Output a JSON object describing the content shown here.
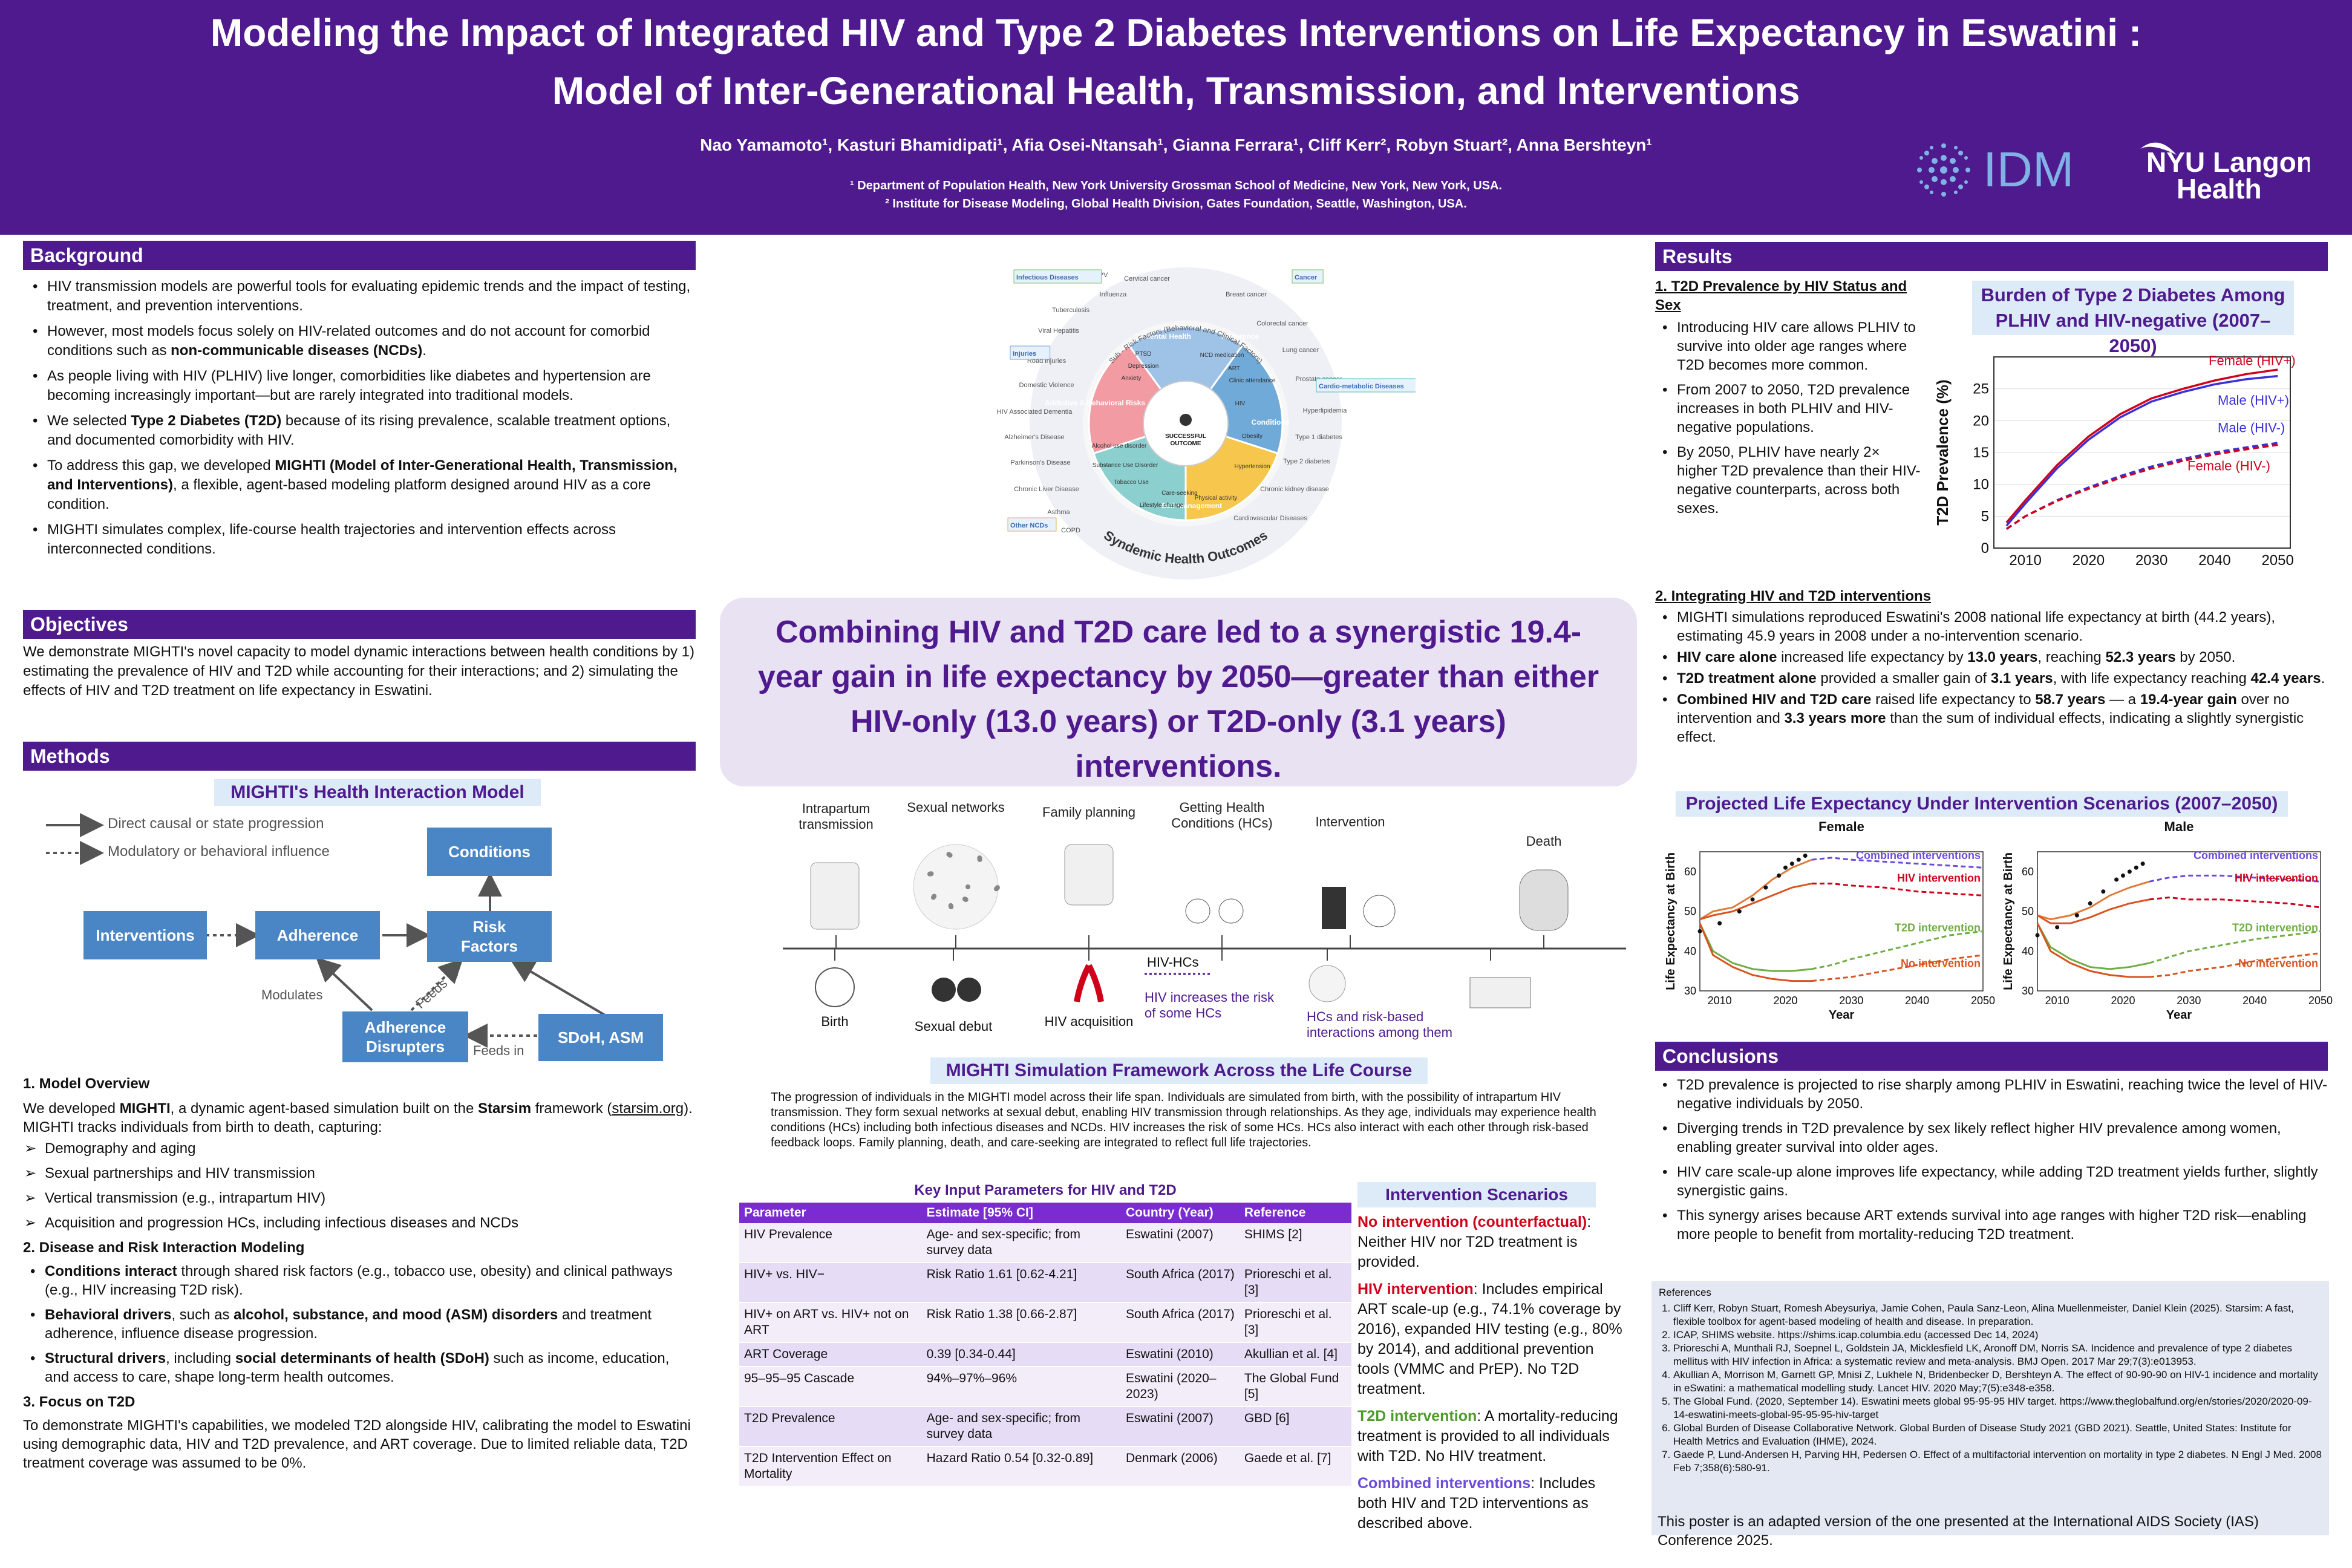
{
  "header": {
    "title_line1": "Modeling the Impact of Integrated HIV and Type 2 Diabetes Interventions on Life Expectancy in Eswatini :",
    "title_line2": "Model of Inter-Generational Health, Transmission, and Interventions",
    "authors": "Nao Yamamoto¹, Kasturi Bhamidipati¹, Afia Osei-Ntansah¹, Gianna Ferrara¹, Cliff Kerr², Robyn Stuart², Anna Bershteyn¹",
    "affiliation1": "¹ Department of Population Health, New York University Grossman School of Medicine, New York, New York, USA.",
    "affiliation2": "² Institute for Disease Modeling, Global Health Division, Gates Foundation, Seattle, Washington, USA.",
    "logo_idm": "IDM",
    "logo_nyu_line1": "NYU Langone",
    "logo_nyu_line2": "Health"
  },
  "background": {
    "heading": "Background",
    "b1": "HIV transmission models are powerful tools for evaluating epidemic trends and the impact of testing, treatment, and prevention interventions.",
    "b2a": "However, most models focus solely on HIV-related outcomes and do not account for comorbid conditions such as ",
    "b2b": "non-communicable diseases (NCDs)",
    "b2c": ".",
    "b3": "As people living with HIV (PLHIV) live longer, comorbidities like diabetes and hypertension are becoming increasingly important—but are rarely integrated into traditional models.",
    "b4a": "We selected ",
    "b4b": "Type 2 Diabetes (T2D)",
    "b4c": " because of its rising prevalence, scalable treatment options, and documented comorbidity with HIV.",
    "b5a": "To address this gap, we developed ",
    "b5b": "MIGHTI (Model of Inter-Generational Health, Transmission, and Interventions)",
    "b5c": ", a flexible, agent-based modeling platform designed around HIV as a core condition.",
    "b6": "MIGHTI simulates complex, life-course health trajectories and intervention effects across interconnected conditions."
  },
  "objectives": {
    "heading": "Objectives",
    "text": "We demonstrate MIGHTI's novel capacity to model dynamic interactions between health conditions by 1) estimating the prevalence of HIV and T2D while accounting for their interactions; and 2) simulating the effects of HIV and T2D treatment on  life expectancy in Eswatini."
  },
  "methods": {
    "heading": "Methods",
    "model_title": "MIGHTI's Health Interaction Model",
    "legend_direct": "Direct causal or state progression",
    "legend_modulatory": "Modulatory or behavioral influence",
    "box_conditions": "Conditions",
    "box_interventions": "Interventions",
    "box_adherence": "Adherence",
    "box_risk_line1": "Risk",
    "box_risk_line2": "Factors",
    "box_disrupters_line1": "Adherence",
    "box_disrupters_line2": "Disrupters",
    "box_sdoh": "SDoH, ASM",
    "label_modulates": "Modulates",
    "label_feeds_in": "Feeds in",
    "label_feeds_in2": "Feeds in",
    "s1_title": "1. Model Overview",
    "s1_a": "We developed ",
    "s1_b": "MIGHTI",
    "s1_c": ", a dynamic agent-based simulation built on the ",
    "s1_d": "Starsim",
    "s1_e": " framework (",
    "s1_f": "starsim.org",
    "s1_g": "). MIGHTI tracks individuals from birth to death, capturing:",
    "s1_items": [
      "Demography and aging",
      "Sexual partnerships and HIV transmission",
      "Vertical transmission (e.g., intrapartum HIV)",
      "Acquisition and progression HCs, including infectious diseases and NCDs"
    ],
    "s2_title": "2. Disease and Risk Interaction Modeling",
    "s2_1a": "Conditions interact",
    "s2_1b": " through shared risk factors (e.g., tobacco use, obesity) and clinical pathways (e.g., HIV increasing T2D risk).",
    "s2_2a": "Behavioral drivers",
    "s2_2b": ", such as ",
    "s2_2c": "alcohol, substance, and mood (ASM) disorders",
    "s2_2d": " and treatment adherence, influence disease progression.",
    "s2_3a": "Structural drivers",
    "s2_3b": ", including ",
    "s2_3c": "social determinants of health (SDoH)",
    "s2_3d": " such as income, education, and access to care, shape long-term health outcomes.",
    "s3_title": "3. Focus on T2D",
    "s3_text": "To demonstrate MIGHTI's capabilities, we modeled T2D alongside HIV, calibrating the model to Eswatini using demographic data, HIV and T2D prevalence, and ART coverage. Due to limited reliable data, T2D treatment coverage was assumed to be 0%."
  },
  "wheel": {
    "center": "SUCCESSFUL OUTCOME",
    "outer_label": "Syndemic Health Outcomes",
    "ring_label": "Sub - Risk Factors (Behavioral and Clinical Factors)",
    "sectors": [
      "Mental Health",
      "Adherence",
      "Conditions",
      "Self-management",
      "Addictive & Behavioral Risks"
    ],
    "tags": [
      "Infectious Diseases",
      "Cancer",
      "Injuries",
      "Cardio-metabolic Diseases",
      "Other NCDs"
    ],
    "outer_items": [
      "HPV",
      "Cervical cancer",
      "Breast cancer",
      "Colorectal cancer",
      "Lung cancer",
      "Prostate cancer",
      "Hyperlipidemia",
      "Type 1 diabetes",
      "Type 2 diabetes",
      "Chronic kidney disease",
      "Cardiovascular Diseases",
      "COPD",
      "Asthma",
      "Chronic Liver Disease",
      "Parkinson's Disease",
      "Alzheimer's Disease",
      "HIV Associated Dementia",
      "Domestic Violence",
      "Road injuries",
      "Viral Hepatitis",
      "Tuberculosis",
      "Influenza"
    ],
    "inner_items": [
      "PTSD",
      "Depression",
      "Anxiety",
      "NCD medication",
      "ART",
      "Clinic attendance",
      "HIV",
      "Obesity",
      "Hypertension",
      "Care-seeking",
      "Physical activity",
      "Lifestyle change",
      "Alcohol use disorder",
      "Substance Use Disorder",
      "Tobacco Use"
    ]
  },
  "callout": "Combining HIV and T2D care led to a synergistic 19.4-year gain in life expectancy by 2050—greater than either HIV-only (13.0 years) or T2D-only (3.1 years) interventions.",
  "timeline": {
    "title": "MIGHTI Simulation Framework Across the Life Course",
    "top": [
      "Intrapartum transmission",
      "Sexual networks",
      "Family planning",
      "Getting Health Conditions (HCs)",
      "Intervention",
      "Death"
    ],
    "bottom": [
      "Birth",
      "Sexual debut",
      "HIV acquisition",
      "HCs and risk-based interactions among them"
    ],
    "hiv_hcs": "HIV-HCs",
    "hiv_hcs_note": "HIV increases the risk of some HCs",
    "description": "The progression of individuals in the MIGHTI model across their life span. Individuals are simulated from birth, with the possibility of intrapartum HIV transmission. They form sexual networks at sexual debut, enabling HIV transmission through relationships. As they age, individuals may experience health conditions (HCs) including both infectious diseases and NCDs. HIV increases the risk of some HCs. HCs also interact with each other through risk-based feedback loops. Family planning, death, and care-seeking are integrated to reflect full life trajectories."
  },
  "params": {
    "title": "Key Input Parameters for HIV and T2D",
    "headers": [
      "Parameter",
      "Estimate [95% CI]",
      "Country (Year)",
      "Reference"
    ],
    "rows": [
      [
        "HIV Prevalence",
        "Age- and sex-specific; from survey data",
        "Eswatini (2007)",
        "SHIMS [2]"
      ],
      [
        "HIV+ vs. HIV−",
        "Risk Ratio 1.61 [0.62-4.21]",
        "South Africa (2017)",
        "Prioreschi et al. [3]"
      ],
      [
        "HIV+ on ART vs. HIV+ not on ART",
        "Risk Ratio 1.38 [0.66-2.87]",
        "South Africa (2017)",
        "Prioreschi et al. [3]"
      ],
      [
        "ART Coverage",
        "0.39 [0.34-0.44]",
        "Eswatini (2010)",
        "Akullian et al. [4]"
      ],
      [
        "95–95–95 Cascade",
        "94%–97%–96%",
        "Eswatini (2020–2023)",
        "The Global Fund [5]"
      ],
      [
        "T2D Prevalence",
        "Age- and sex-specific; from survey data",
        "Eswatini (2007)",
        "GBD [6]"
      ],
      [
        "T2D Intervention Effect on Mortality",
        "Hazard Ratio 0.54 [0.32-0.89]",
        "Denmark (2006)",
        "Gaede et al. [7]"
      ]
    ]
  },
  "scenarios": {
    "title": "Intervention Scenarios",
    "s1_label": "No intervention (counterfactual)",
    "s1_text": ": Neither HIV nor T2D treatment is provided.",
    "s2_label": "HIV intervention",
    "s2_text": ": Includes empirical ART scale-up (e.g., 74.1% coverage by 2016), expanded HIV testing (e.g., 80% by 2014), and additional prevention tools (VMMC and PrEP). No T2D treatment.",
    "s3_label": "T2D intervention",
    "s3_text": ": A mortality-reducing treatment is provided to all individuals with T2D. No HIV treatment.",
    "s4_label": "Combined interventions",
    "s4_text": ": Includes both HIV and T2D interventions as described above."
  },
  "results": {
    "heading": "Results",
    "r1_title": "1. T2D Prevalence by HIV Status and Sex",
    "r1_items": [
      "Introducing HIV care allows PLHIV to survive into older age ranges where T2D becomes more common.",
      "From 2007 to 2050, T2D prevalence increases in both PLHIV and HIV-negative populations.",
      "By 2050, PLHIV have nearly 2× higher T2D prevalence than their HIV-negative counterparts, across both sexes."
    ],
    "r2_title": "2. Integrating HIV and T2D interventions",
    "r2_1": "MIGHTI simulations reproduced Eswatini's 2008 national life expectancy at birth (44.2 years), estimating 45.9 years in 2008 under a no-intervention scenario.",
    "r2_2a": "HIV care alone",
    "r2_2b": " increased life expectancy by ",
    "r2_2c": "13.0 years",
    "r2_2d": ", reaching ",
    "r2_2e": "52.3 years",
    "r2_2f": " by 2050.",
    "r2_3a": "T2D treatment alone",
    "r2_3b": " provided a smaller gain of ",
    "r2_3c": "3.1 years",
    "r2_3d": ", with life expectancy reaching ",
    "r2_3e": "42.4 years",
    "r2_3f": ".",
    "r2_4a": "Combined HIV and T2D care",
    "r2_4b": " raised life expectancy to ",
    "r2_4c": "58.7 years",
    "r2_4d": " — a ",
    "r2_4e": "19.4-year gain",
    "r2_4f": " over no intervention and ",
    "r2_4g": "3.3 years more",
    "r2_4h": " than the sum of individual effects, indicating a slightly synergistic effect."
  },
  "conclusions": {
    "heading": "Conclusions",
    "items": [
      "T2D prevalence is projected to rise sharply among PLHIV in Eswatini, reaching twice the level of HIV-negative individuals by 2050.",
      "Diverging trends in T2D prevalence by sex likely reflect higher HIV prevalence among women, enabling greater survival into older ages.",
      "HIV care scale-up alone improves life expectancy, while adding T2D treatment yields further, slightly synergistic gains.",
      "This synergy arises because ART extends survival into age ranges with higher T2D risk—enabling more people to benefit from mortality-reducing T2D treatment."
    ]
  },
  "references": {
    "heading": "References",
    "items": [
      "Cliff Kerr, Robyn Stuart, Romesh Abeysuriya, Jamie Cohen, Paula Sanz-Leon, Alina Muellenmeister, Daniel Klein (2025). Starsim: A fast, flexible toolbox for agent-based modeling of health and disease. In preparation.",
      "ICAP, SHIMS website. https://shims.icap.columbia.edu (accessed Dec 14, 2024)",
      "Prioreschi A, Munthali RJ, Soepnel L, Goldstein JA, Micklesfield LK, Aronoff DM, Norris SA. Incidence and prevalence of type 2 diabetes mellitus with HIV infection in Africa: a systematic review and meta-analysis. BMJ Open. 2017 Mar 29;7(3):e013953.",
      "Akullian A, Morrison M, Garnett GP, Mnisi Z, Lukhele N, Bridenbecker D, Bershteyn A. The effect of 90-90-90 on HIV-1 incidence and mortality in eSwatini: a mathematical modelling study. Lancet HIV. 2020 May;7(5):e348-e358.",
      "The Global Fund. (2020, September 14). Eswatini meets global 95-95-95 HIV target. https://www.theglobalfund.org/en/stories/2020/2020-09-14-eswatini-meets-global-95-95-95-hiv-target",
      "Global Burden of Disease Collaborative Network. Global Burden of Disease Study 2021 (GBD 2021). Seattle, United States: Institute for Health Metrics and Evaluation (IHME), 2024.",
      "Gaede P, Lund-Andersen H, Parving HH, Pedersen O. Effect of a multifactorial intervention on mortality in type 2 diabetes. N Engl J Med. 2008 Feb 7;358(6):580-91."
    ]
  },
  "footer_note": "This poster is an adapted version of the one presented at the International AIDS Society (IAS) Conference 2025.",
  "colors": {
    "purple": "#4e1a8e",
    "blue_box": "#4a86c5",
    "red": "#d0021b",
    "blue_line": "#3a2fd8",
    "le_none": "#d9541e",
    "le_hiv": "#e07b3a",
    "le_t2d": "#6fae44",
    "le_combined": "#6c4bd9"
  },
  "chart_data": [
    {
      "type": "line",
      "title": "Burden of Type 2 Diabetes Among PLHIV and HIV-negative (2007–2050)",
      "xlabel": "Year",
      "ylabel": "T2D Prevalence (%)",
      "xlim": [
        2005,
        2052
      ],
      "ylim": [
        0,
        30
      ],
      "xticks": [
        2010,
        2020,
        2030,
        2040,
        2050
      ],
      "yticks": [
        0,
        5,
        10,
        15,
        20,
        25
      ],
      "x": [
        2007,
        2010,
        2015,
        2020,
        2025,
        2030,
        2035,
        2040,
        2045,
        2050
      ],
      "series": [
        {
          "name": "Female (HIV+)",
          "values": [
            4.0,
            7.5,
            13.0,
            17.5,
            21.0,
            23.5,
            25.0,
            26.3,
            27.3,
            28.0
          ],
          "color": "#d0021b",
          "dash": false
        },
        {
          "name": "Male (HIV+)",
          "values": [
            3.5,
            7.0,
            12.5,
            17.0,
            20.5,
            23.0,
            24.5,
            25.7,
            26.5,
            27.0
          ],
          "color": "#3a2fd8",
          "dash": false
        },
        {
          "name": "Male (HIV-)",
          "values": [
            3.0,
            5.0,
            7.5,
            9.5,
            11.3,
            12.8,
            14.0,
            15.0,
            15.8,
            16.5
          ],
          "color": "#3a2fd8",
          "dash": true
        },
        {
          "name": "Female (HIV-)",
          "values": [
            3.0,
            5.0,
            7.4,
            9.3,
            11.0,
            12.5,
            13.7,
            14.7,
            15.5,
            16.2
          ],
          "color": "#d0021b",
          "dash": true
        }
      ]
    },
    {
      "type": "line",
      "title": "Projected Life Expectancy Under Intervention Scenarios (2007–2050)",
      "subtitle": "Female",
      "xlabel": "Year",
      "ylabel": "Life Expectancy at Birth",
      "xlim": [
        2007,
        2050
      ],
      "ylim": [
        30,
        65
      ],
      "xticks": [
        2010,
        2020,
        2030,
        2040,
        2050
      ],
      "yticks": [
        30,
        40,
        50,
        60
      ],
      "x": [
        2007,
        2009,
        2012,
        2015,
        2018,
        2021,
        2024,
        2027,
        2030,
        2035,
        2040,
        2045,
        2050
      ],
      "observed": {
        "x": [
          2007,
          2010,
          2013,
          2015,
          2017,
          2019,
          2020,
          2021,
          2022,
          2023
        ],
        "y": [
          45,
          47,
          50,
          53,
          56,
          59,
          61,
          62,
          63,
          64
        ]
      },
      "series": [
        {
          "name": "Combined interventions",
          "values": [
            48,
            50,
            51,
            54,
            58,
            61,
            63,
            63.5,
            63,
            62.5,
            62,
            61.5,
            61
          ]
        },
        {
          "name": "HIV intervention",
          "values": [
            48,
            49,
            50,
            52,
            54,
            56,
            57,
            57,
            56.5,
            56,
            55,
            54.5,
            54
          ]
        },
        {
          "name": "T2D intervention",
          "values": [
            47,
            40,
            37,
            35.5,
            35,
            35,
            35.5,
            36.5,
            38,
            40,
            42,
            44,
            45
          ]
        },
        {
          "name": "No intervention",
          "values": [
            47,
            39,
            36,
            34,
            33,
            32.5,
            32.5,
            33,
            33.5,
            35,
            36.5,
            38,
            39
          ]
        }
      ]
    },
    {
      "type": "line",
      "subtitle": "Male",
      "xlabel": "Year",
      "ylabel": "Life Expectancy at Birth",
      "xlim": [
        2007,
        2050
      ],
      "ylim": [
        30,
        65
      ],
      "xticks": [
        2010,
        2020,
        2030,
        2040,
        2050
      ],
      "yticks": [
        30,
        40,
        50,
        60
      ],
      "x": [
        2007,
        2009,
        2012,
        2015,
        2018,
        2021,
        2024,
        2027,
        2030,
        2035,
        2040,
        2045,
        2050
      ],
      "observed": {
        "x": [
          2007,
          2010,
          2013,
          2015,
          2017,
          2019,
          2020,
          2021,
          2022,
          2023
        ],
        "y": [
          44,
          46,
          49,
          52,
          55,
          58,
          59,
          60,
          61,
          62
        ]
      },
      "series": [
        {
          "name": "Combined interventions",
          "values": [
            49,
            48,
            49,
            51,
            54,
            56,
            57.5,
            58.5,
            59,
            59,
            58.5,
            58,
            57.5
          ]
        },
        {
          "name": "HIV intervention",
          "values": [
            49,
            47,
            47,
            48.5,
            50.5,
            52,
            53,
            53.5,
            53,
            53,
            52.5,
            52,
            51
          ]
        },
        {
          "name": "T2D intervention",
          "values": [
            47,
            41,
            38,
            36,
            35.5,
            36,
            37,
            38.5,
            40,
            41.5,
            43,
            44,
            45
          ]
        },
        {
          "name": "No intervention",
          "values": [
            47,
            40,
            37,
            35,
            34,
            33.5,
            33.5,
            34,
            35,
            36,
            37.5,
            38.5,
            39.5
          ]
        }
      ]
    }
  ]
}
